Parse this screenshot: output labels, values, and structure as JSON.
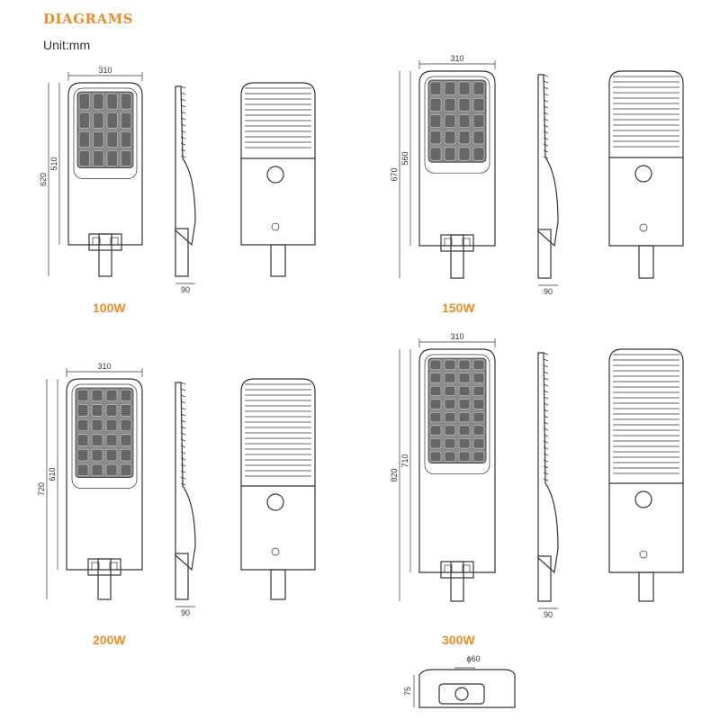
{
  "header": {
    "title": "DIAGRAMS",
    "unit": "Unit:mm"
  },
  "models": [
    {
      "watt": "100W",
      "width": "310",
      "total_height": "620",
      "body_height": "510",
      "depth": "90"
    },
    {
      "watt": "150W",
      "width": "310",
      "total_height": "670",
      "body_height": "560",
      "depth": "90"
    },
    {
      "watt": "200W",
      "width": "310",
      "total_height": "720",
      "body_height": "610",
      "depth": "90"
    },
    {
      "watt": "300W",
      "width": "310",
      "total_height": "820",
      "body_height": "710",
      "depth": "90"
    }
  ],
  "bottom_view": {
    "pole_diameter": "ϕ60",
    "height": "75"
  },
  "colors": {
    "accent": "#f08a24",
    "line": "#333333",
    "chip_fill": "#666666"
  }
}
